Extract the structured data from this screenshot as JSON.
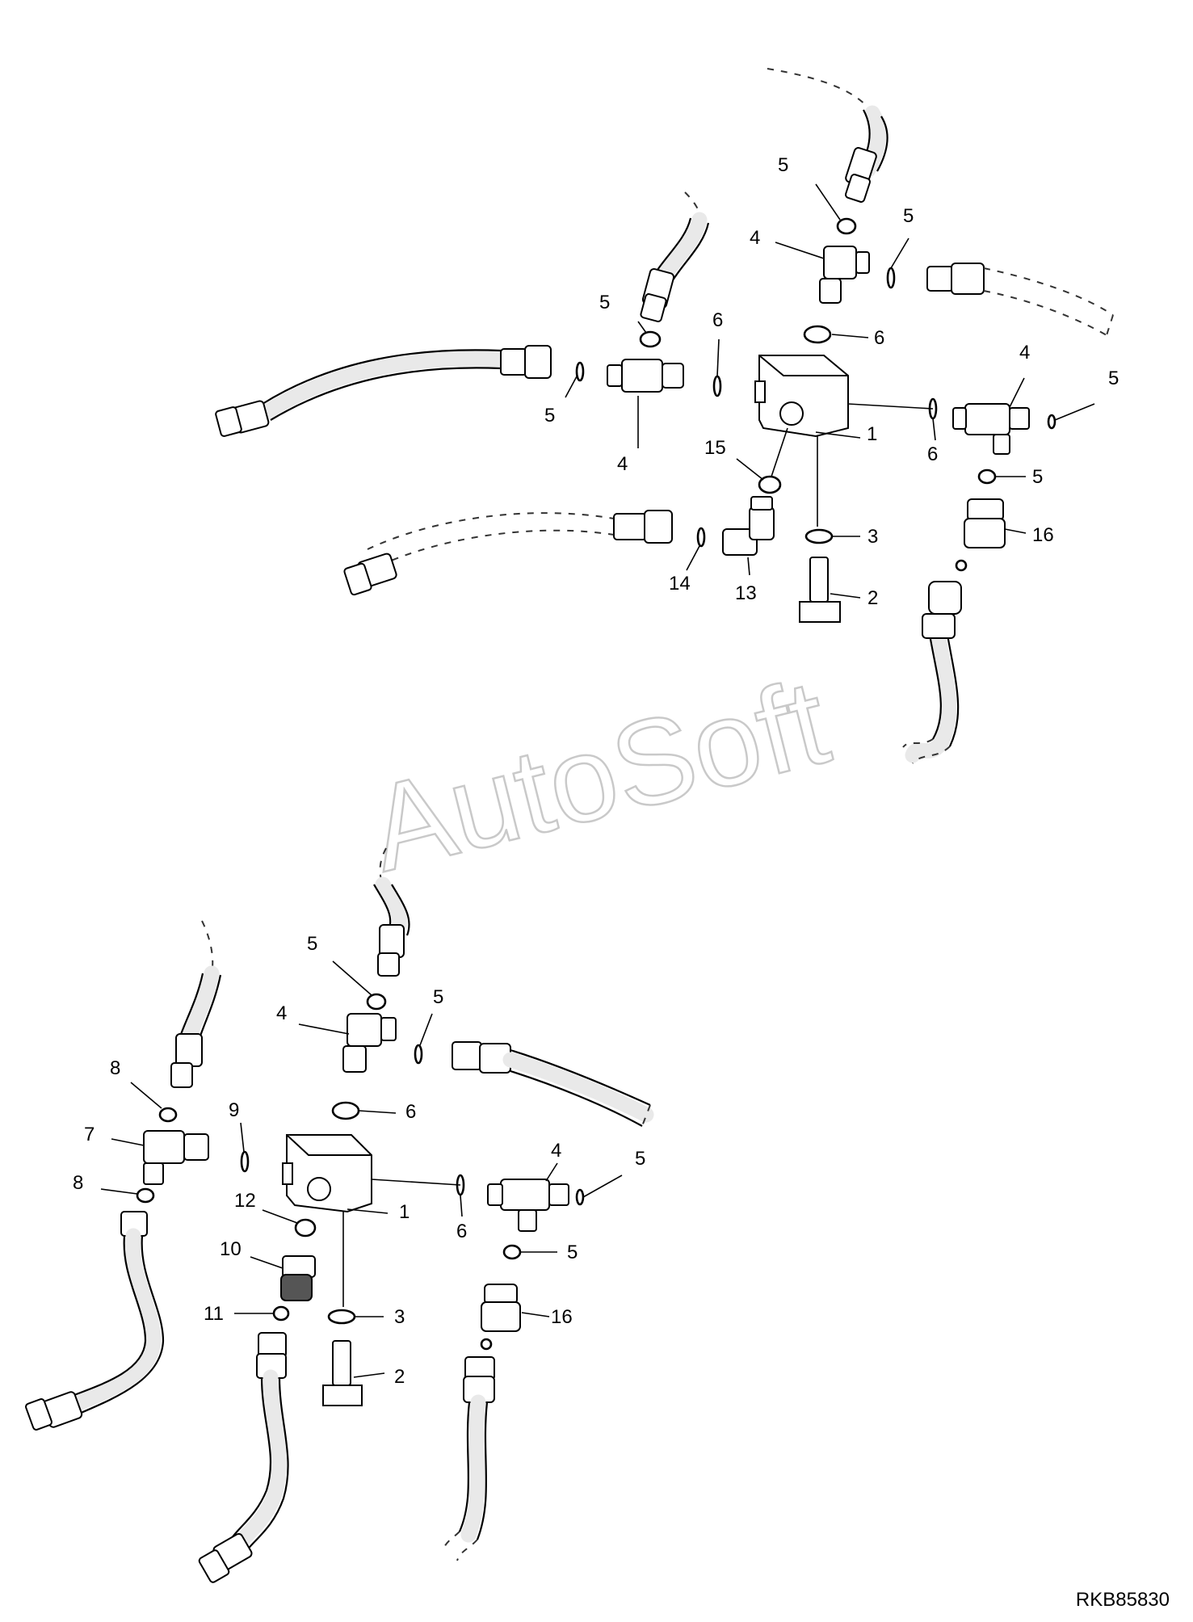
{
  "drawing_ref": "RKB85830",
  "watermark": "AutoSoft",
  "upper_assembly": {
    "callouts": [
      "5",
      "5",
      "4",
      "5",
      "6",
      "6",
      "5",
      "4",
      "1",
      "4",
      "5",
      "6",
      "15",
      "5",
      "3",
      "16",
      "14",
      "13",
      "2"
    ]
  },
  "lower_assembly": {
    "callouts": [
      "5",
      "4",
      "5",
      "8",
      "9",
      "7",
      "6",
      "4",
      "5",
      "8",
      "1",
      "12",
      "6",
      "10",
      "5",
      "11",
      "3",
      "16",
      "2"
    ]
  }
}
